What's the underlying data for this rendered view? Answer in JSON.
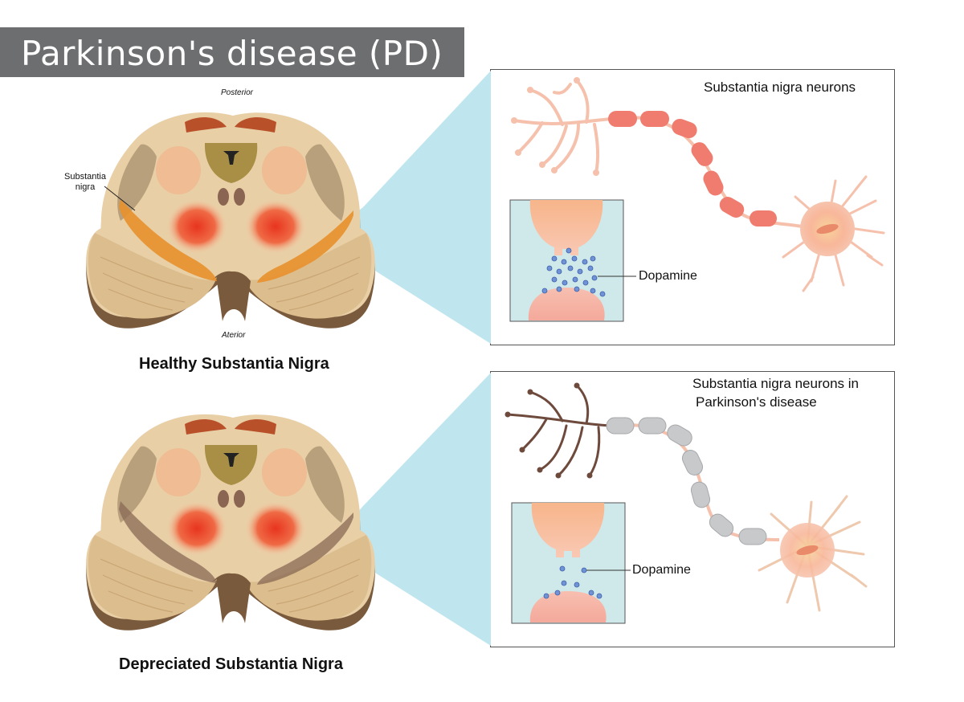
{
  "title": "Parkinson's disease (PD)",
  "healthy": {
    "orientation_top": "Posterior",
    "orientation_bottom": "Aterior",
    "region_label": "Substantia\nnigra",
    "caption": "Healthy Substantia Nigra",
    "panel_title": "Substantia nigra neurons",
    "synapse_label": "Dopamine"
  },
  "depreciated": {
    "caption": "Depreciated Substantia Nigra",
    "panel_title_line1": "Substantia nigra neurons in",
    "panel_title_line2": "Parkinson's disease",
    "synapse_label": "Dopamine"
  },
  "colors": {
    "title_bar": "#6d6e70",
    "zoom_wedge": "#bfe6ee",
    "healthy_nigra": "#e8902c",
    "depleted_nigra": "#8a6a55",
    "healthy_neuron": "#f6c1ac",
    "myelin_healthy": "#ef7c6e",
    "myelin_pd": "#c8c9cb",
    "dendrite_pd": "#6e4a3c",
    "dopamine": "#6f93d6"
  },
  "icons": [
    "brainstem-cross-section",
    "neuron",
    "synapse"
  ]
}
